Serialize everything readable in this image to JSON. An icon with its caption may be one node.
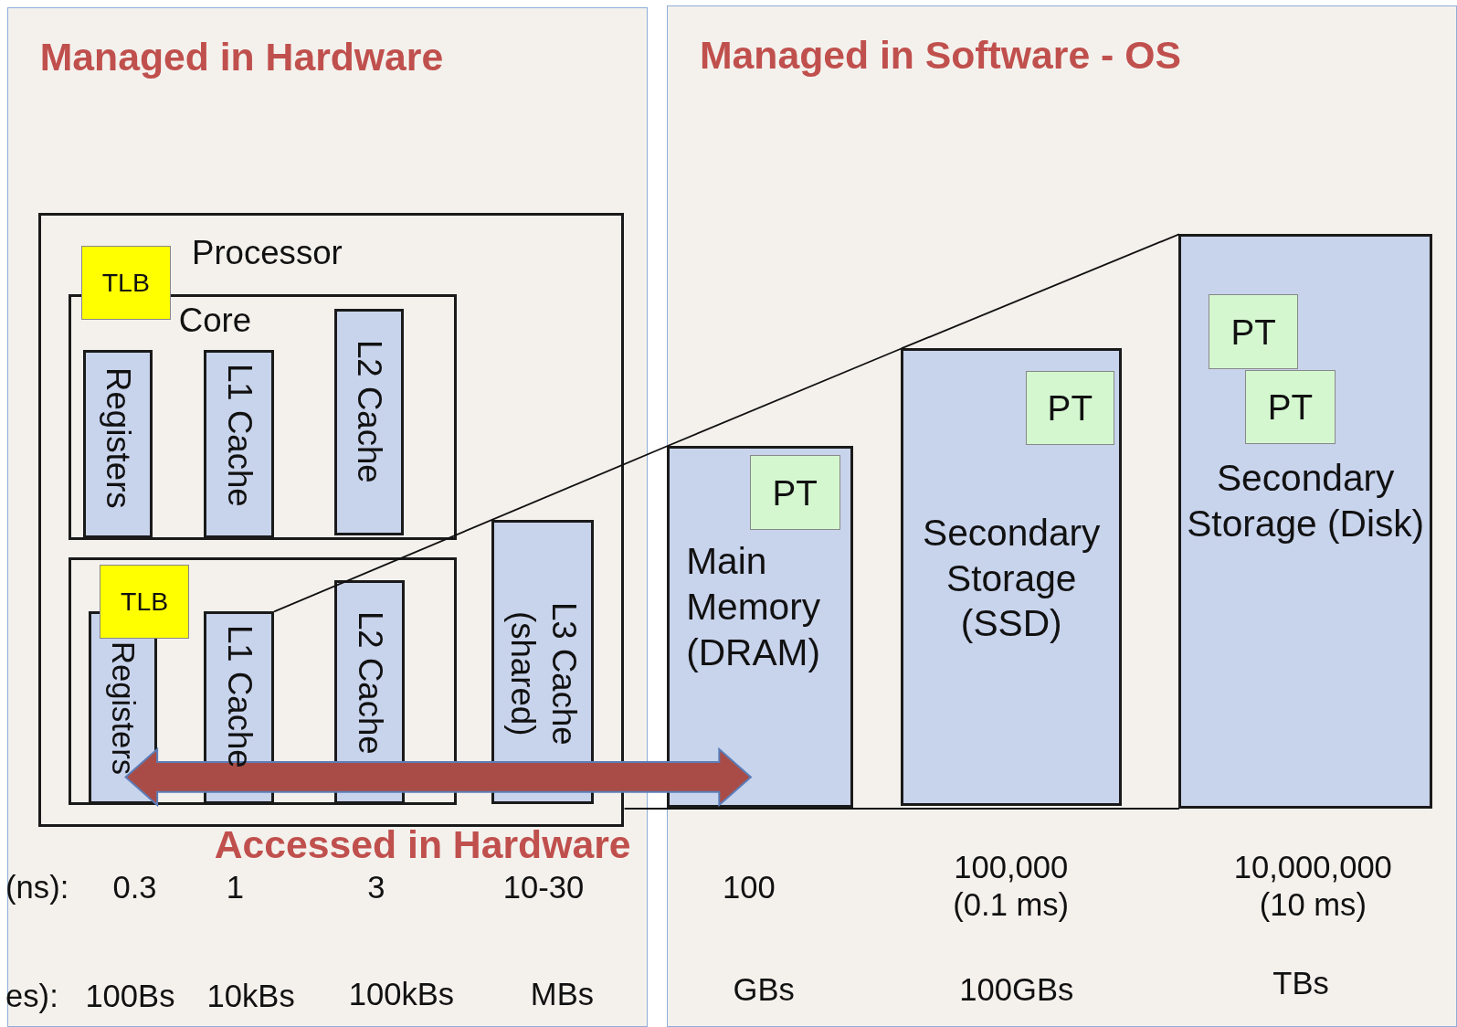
{
  "diagram": {
    "nodes": [
      {
        "text": [
          "Managed in Hardware"
        ]
      },
      {
        "text": [
          "Managed in Software - OS"
        ]
      },
      {
        "text": [
          "Processor"
        ],
        "in": 0
      },
      {
        "text": [
          "Core"
        ],
        "in": 2
      },
      {
        "text": [
          "TLB"
        ],
        "in": 2
      },
      {
        "text": [
          "Registers"
        ],
        "in": 3
      },
      {
        "text": [
          "L1 Cache"
        ],
        "in": 3
      },
      {
        "text": [
          "L2 Cache"
        ],
        "in": 3
      },
      {
        "text": [],
        "shape": "box",
        "in": 2
      },
      {
        "text": [
          "TLB"
        ],
        "in": 8
      },
      {
        "text": [
          "Registers"
        ],
        "in": 8
      },
      {
        "text": [
          "L1 Cache"
        ],
        "in": 8
      },
      {
        "text": [
          "L2 Cache"
        ],
        "in": 8
      },
      {
        "text": [
          "L3 Cache (shared)"
        ],
        "in": 2
      },
      {
        "text": [
          "Main Memory (DRAM)"
        ],
        "in": 1
      },
      {
        "text": [
          "PT"
        ],
        "in": 14
      },
      {
        "text": [
          "Secondary Storage (SSD)"
        ],
        "in": 1
      },
      {
        "text": [
          "PT"
        ],
        "in": 16
      },
      {
        "text": [
          "Secondary Storage (Disk)"
        ],
        "in": 1
      },
      {
        "text": [
          "PT"
        ],
        "in": 18
      },
      {
        "text": [
          "PT"
        ],
        "in": 18
      }
    ],
    "edges": [
      {
        "from": 10,
        "to": 14,
        "arrow": "both",
        "label": "Accessed in Hardware",
        "style": "thick",
        "color": "#a94c47"
      },
      {
        "from": 11,
        "to": 14,
        "arrow": "none"
      },
      {
        "from": 14,
        "to": 16,
        "arrow": "none"
      },
      {
        "from": 16,
        "to": 18,
        "arrow": "none"
      },
      {
        "from": 2,
        "to": 18,
        "arrow": "none"
      }
    ],
    "labels": [
      "(ns):",
      "0.3",
      "1",
      "3",
      "10-30",
      "100",
      "100,000 (0.1 ms)",
      "10,000,000 (10 ms)",
      "es):",
      "100Bs",
      "10kBs",
      "100kBs",
      "MBs",
      "GBs",
      "100GBs",
      "TBs"
    ]
  }
}
